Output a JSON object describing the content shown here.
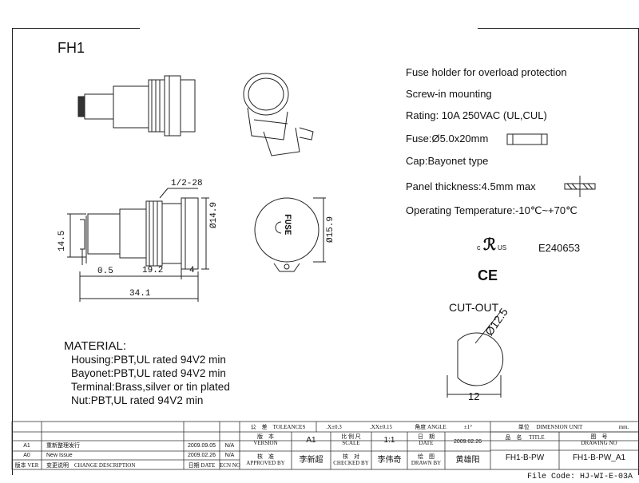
{
  "part_code": "FH1",
  "specs": [
    "Fuse holder for overload protection",
    "Screw-in mounting",
    "Rating: 10A 250VAC (UL,CUL)",
    "Fuse:Ø5.0x20mm",
    "Cap:Bayonet type",
    "Panel thickness:4.5mm max",
    "Operating Temperature:-10℃~+70℃"
  ],
  "certification": {
    "ul_mark_letters_left": "c",
    "ul_mark_letters_right": "US",
    "ul_file_no": "E240653",
    "ce_mark": "CE"
  },
  "cutout": {
    "label": "CUT-OUT",
    "diameter": "Ø12.5",
    "width": "12"
  },
  "material": {
    "title": "MATERIAL:",
    "items": [
      "Housing:PBT,UL rated 94V2 min",
      "Bayonet:PBT,UL rated 94V2 min",
      "Terminal:Brass,silver or tin plated",
      "Nut:PBT,UL rated 94V2 min"
    ]
  },
  "dimensions": {
    "thread": "1/2-28",
    "nut_diameter": "Ø14.9",
    "cap_diameter": "Ø15.9",
    "height": "14.5",
    "terminal": "0.5",
    "body": "19.2",
    "flange": "4",
    "total": "34.1",
    "cap_text": "FUSE"
  },
  "title_block": {
    "tolerances_label": "公　差　TOLEANCES",
    "tol_x": ".X±0.3",
    "tol_xx": ".XX±0.15",
    "angle_label": "角度 ANGLE",
    "angle_val": "±1°",
    "unit_label": "单位　 DIMENSION UNIT",
    "unit_val": "mm.",
    "version_label": "版　本\nVERSION",
    "version_val": "A1",
    "scale_label": "比 例 尺\nSCALE",
    "scale_val": "1:1",
    "date_label": "日　期\nDATE",
    "date_val": "2009.02.26",
    "title_label": "品　名　 TITLE",
    "drawing_no_label": "图　号\nDRAWING NO",
    "title_val": "FH1-B-PW",
    "drawing_no_val": "FH1-B-PW_A1",
    "approved_label": "核　准\nAPPROVED BY",
    "approved_val": "李新超",
    "checked_label": "核　对\nCHECKED BY",
    "checked_val": "李伟奇",
    "drawn_label": "绘　图\nDRAWN BY",
    "drawn_val": "黄雄阳",
    "revisions": [
      {
        "ver": "A1",
        "desc": "重新整理发行",
        "date": "2009.09.05",
        "ecn": "N/A"
      },
      {
        "ver": "A0",
        "desc": "New Issue",
        "date": "2009.02.26",
        "ecn": "N/A"
      }
    ],
    "rev_header_ver": "版本 VER",
    "rev_header_desc": "变更说明　CHANGE DESCRIPTION",
    "rev_header_date": "日期 DATE",
    "rev_header_ecn": "ECN NO",
    "file_code": "File Code: HJ-WI-E-03A"
  },
  "colors": {
    "line": "#222222",
    "text": "#111111"
  }
}
